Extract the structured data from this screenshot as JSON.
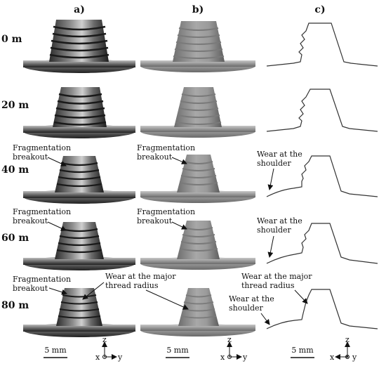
{
  "columns": [
    "a)",
    "b)",
    "c)"
  ],
  "rows": [
    "0 m",
    "20 m",
    "40 m",
    "60 m",
    "80 m"
  ],
  "annotations": {
    "fragmentation": [
      "Fragmentation",
      "breakout"
    ],
    "wear_shoulder": [
      "Wear at the",
      "shoulder"
    ],
    "wear_major": [
      "Wear at the major",
      "thread radius"
    ]
  },
  "scale_bar_label": "5 mm",
  "axes": {
    "z": "z",
    "x": "x",
    "y": "y"
  }
}
